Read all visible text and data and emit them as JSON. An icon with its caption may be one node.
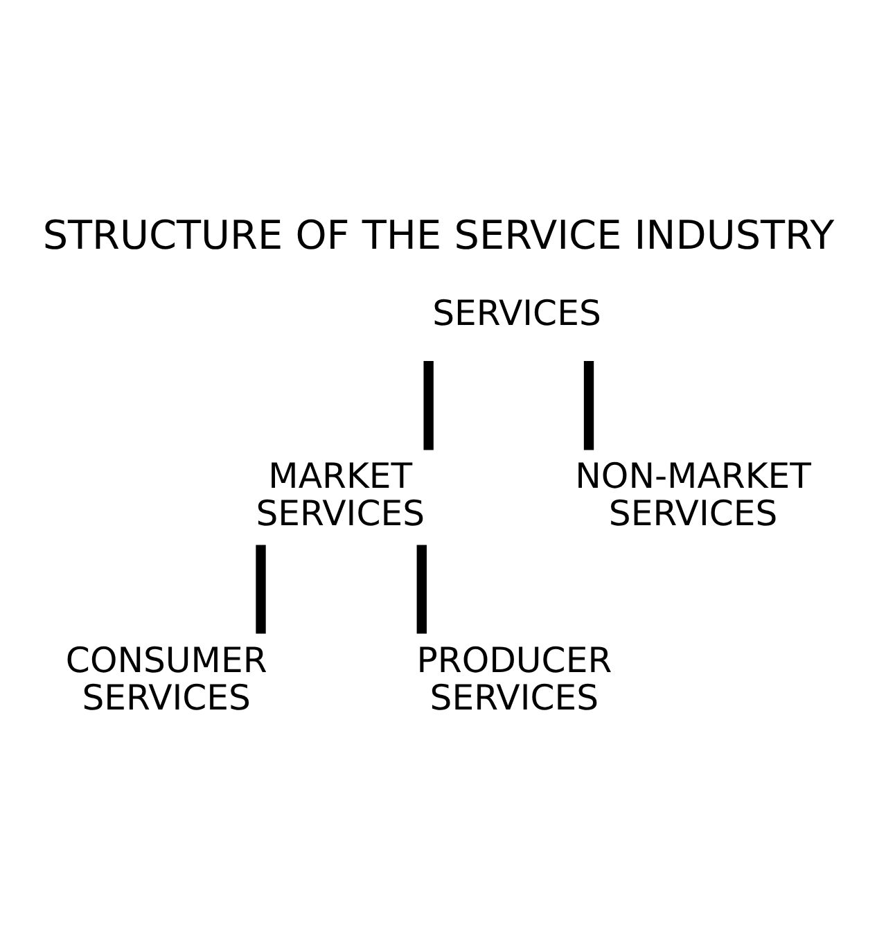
{
  "diagram": {
    "title": "STRUCTURE OF THE SERVICE INDUSTRY",
    "nodes": [
      {
        "text": [
          "SERVICES"
        ]
      },
      {
        "text": [
          "MARKET SERVICES"
        ]
      },
      {
        "text": [
          "NON-MARKET SERVICES"
        ]
      },
      {
        "text": [
          "CONSUMER SERVICES"
        ]
      },
      {
        "text": [
          "PRODUCER SERVICES"
        ]
      }
    ],
    "edges": [
      {
        "from": 0,
        "to": 1,
        "arrow": "none"
      },
      {
        "from": 0,
        "to": 2,
        "arrow": "none"
      },
      {
        "from": 1,
        "to": 3,
        "arrow": "none"
      },
      {
        "from": 1,
        "to": 4,
        "arrow": "none"
      }
    ]
  }
}
